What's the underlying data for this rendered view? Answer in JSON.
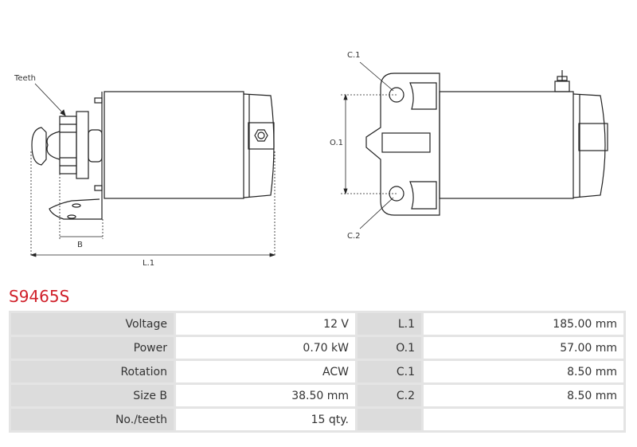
{
  "drawing": {
    "teeth_label": "Teeth",
    "b_label": "B",
    "l1_label": "L.1",
    "c1_label": "C.1",
    "c2_label": "C.2",
    "o1_label": "O.1"
  },
  "product": {
    "code": "S9465S"
  },
  "specs": [
    {
      "label": "Voltage",
      "value": "12 V",
      "label2": "L.1",
      "value2": "185.00 mm"
    },
    {
      "label": "Power",
      "value": "0.70 kW",
      "label2": "O.1",
      "value2": "57.00 mm"
    },
    {
      "label": "Rotation",
      "value": "ACW",
      "label2": "C.1",
      "value2": "8.50 mm"
    },
    {
      "label": "Size B",
      "value": "38.50 mm",
      "label2": "C.2",
      "value2": "8.50 mm"
    },
    {
      "label": "No./teeth",
      "value": "15 qty.",
      "label2": "",
      "value2": ""
    }
  ]
}
